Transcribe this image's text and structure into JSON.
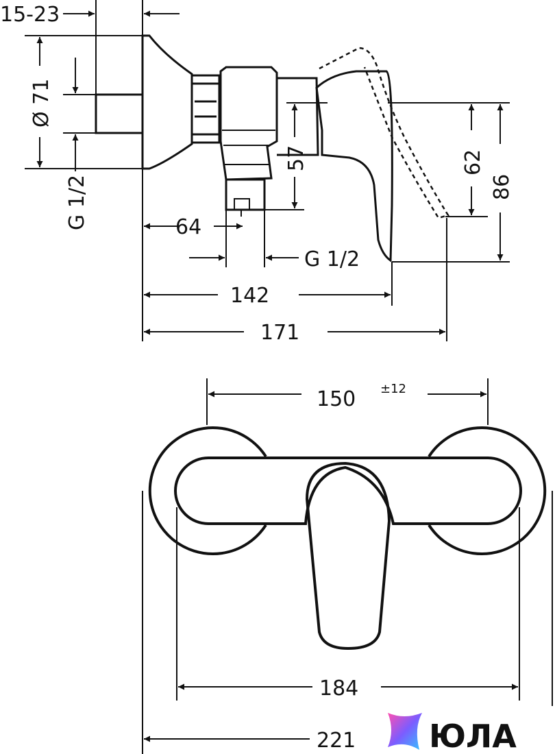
{
  "side_view": {
    "dim_wall_offset": "15-23",
    "dim_diameter": "Ø 71",
    "dim_thread_left": "G 1/2",
    "dim_57": "57",
    "dim_62": "62",
    "dim_86": "86",
    "dim_64": "64",
    "dim_thread_bottom": "G 1/2",
    "dim_142": "142",
    "dim_171": "171"
  },
  "front_view": {
    "dim_150": "150",
    "dim_tolerance": "±12",
    "dim_184": "184",
    "dim_221": "221"
  },
  "watermark": {
    "logo_text": "ЮЛА",
    "colors": [
      "#ff4fb0",
      "#7c5cff",
      "#34c3ff"
    ]
  }
}
